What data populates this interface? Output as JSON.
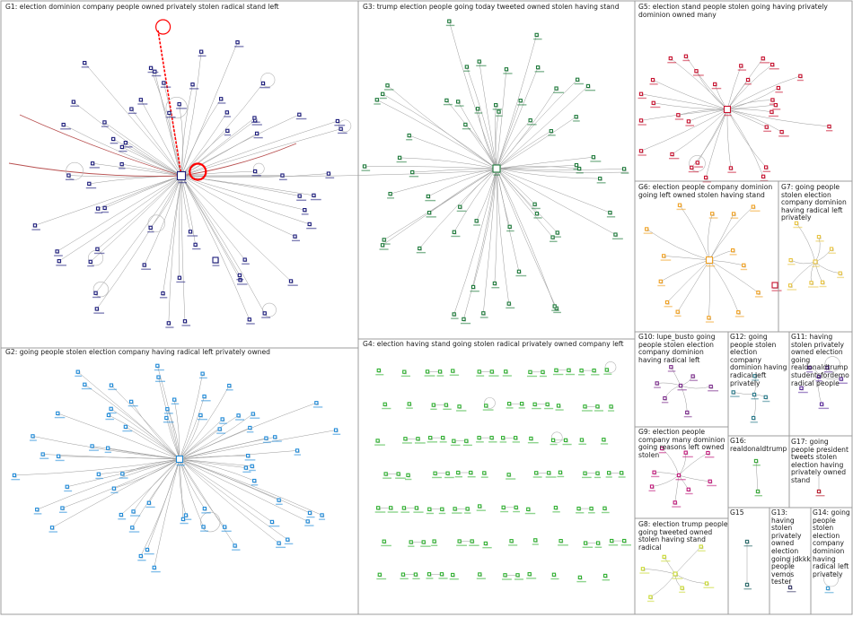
{
  "colors": {
    "border": "#9a9a9a",
    "edge": "#9a9a9a",
    "strong_edge": "#b85050",
    "self_loop": "#ff0000",
    "self_loop_grey": "#b4b4b4",
    "g1": "#1c1c7c",
    "g2": "#1f8ad8",
    "g3": "#1d7a3a",
    "g4": "#2fb030",
    "g5": "#c8102e",
    "g6": "#f0a020",
    "g7": "#e8c440",
    "g8": "#c8d830",
    "g9": "#c0187a",
    "g10": "#7a2a8a",
    "g11": "#5a2a9a",
    "g12": "#2a7a8a",
    "g13": "#3a3a6a",
    "g14": "#3a9ad0",
    "g15": "#2a6a6a",
    "g16": "#3aa83a",
    "g17": "#b81e2e"
  },
  "groups": [
    {
      "id": "G1",
      "title": "G1: election dominion company people owned privately stolen radical stand left"
    },
    {
      "id": "G2",
      "title": "G2: going people stolen election company having radical left privately owned"
    },
    {
      "id": "G3",
      "title": "G3: trump election people going today tweeted owned stolen having stand"
    },
    {
      "id": "G4",
      "title": "G4: election having stand going stolen radical privately owned company left"
    },
    {
      "id": "G5",
      "title": "G5: election stand people stolen going having privately dominion owned many"
    },
    {
      "id": "G6",
      "title": "G6: election people company dominion going left owned stolen having stand"
    },
    {
      "id": "G7",
      "title": "G7: going people stolen election company dominion having radical left privately"
    },
    {
      "id": "G8",
      "title": "G8: election trump people going tweeted owned stolen having stand radical"
    },
    {
      "id": "G9",
      "title": "G9: election people company many dominion going reasons left owned stolen"
    },
    {
      "id": "G10",
      "title": "G10: lupe_busto going people stolen election company dominion having radical left"
    },
    {
      "id": "G11",
      "title": "G11: having stolen privately owned election going realdonaldtrump studentsfordemo radical people"
    },
    {
      "id": "G12",
      "title": "G12: going people stolen election company dominion having radical left privately"
    },
    {
      "id": "G13",
      "title": "G13: having stolen privately owned election going jdkkk people vemos tester"
    },
    {
      "id": "G14",
      "title": "G14: going people stolen election company dominion having radical left privately"
    },
    {
      "id": "G15",
      "title": "G15"
    },
    {
      "id": "G16",
      "title": "G16: realdonaldtrump"
    },
    {
      "id": "G17",
      "title": "G17: going people president tweets stolen election having privately owned stand"
    }
  ]
}
